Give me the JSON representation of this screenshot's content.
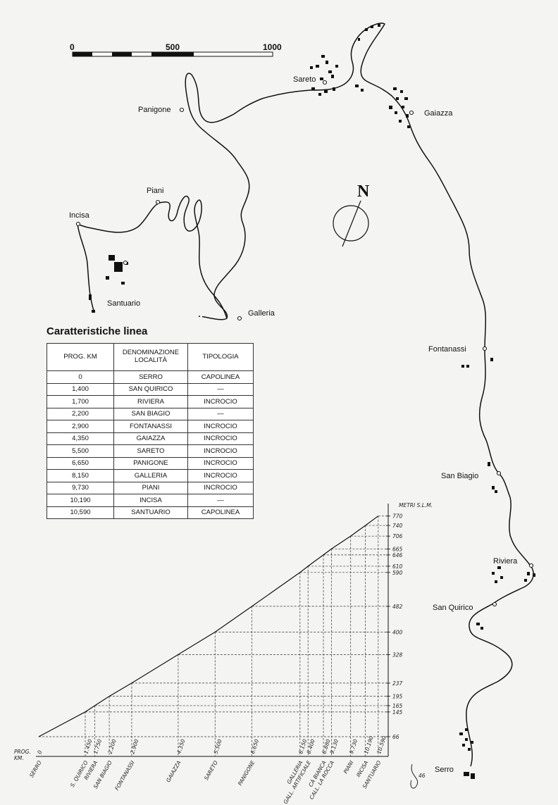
{
  "scale_bar": {
    "labels": [
      "0",
      "500",
      "1000"
    ]
  },
  "north": {
    "letter": "N"
  },
  "places": [
    {
      "label": "Sareto"
    },
    {
      "label": "Gaiazza"
    },
    {
      "label": "Panigone"
    },
    {
      "label": "Piani"
    },
    {
      "label": "Incisa"
    },
    {
      "label": "Santuario"
    },
    {
      "label": "Galleria"
    },
    {
      "label": "Fontanassi"
    },
    {
      "label": "San Biagio"
    },
    {
      "label": "Riviera"
    },
    {
      "label": "San Quirico"
    },
    {
      "label": "Serro"
    }
  ],
  "table": {
    "title": "Caratteristiche linea",
    "headers": [
      "PROG. KM",
      "DENOMINAZIONE LOCALITÀ",
      "TIPOLOGIA"
    ],
    "rows": [
      [
        "0",
        "SERRO",
        "CAPOLINEA"
      ],
      [
        "1,400",
        "SAN QUIRICO",
        "—"
      ],
      [
        "1,700",
        "RIVIERA",
        "INCROCIO"
      ],
      [
        "2,200",
        "SAN BIAGIO",
        "—"
      ],
      [
        "2,900",
        "FONTANASSI",
        "INCROCIO"
      ],
      [
        "4,350",
        "GAIAZZA",
        "INCROCIO"
      ],
      [
        "5,500",
        "SARETO",
        "INCROCIO"
      ],
      [
        "6,650",
        "PANIGONE",
        "INCROCIO"
      ],
      [
        "8,150",
        "GALLERIA",
        "INCROCIO"
      ],
      [
        "9,730",
        "PIANI",
        "INCROCIO"
      ],
      [
        "10,190",
        "INCISA",
        "—"
      ],
      [
        "10,590",
        "SANTUARIO",
        "CAPOLINEA"
      ]
    ]
  },
  "profile": {
    "y_axis_label": "METRI S.L.M.",
    "x_axis_label": [
      "PROG.",
      "KM."
    ],
    "elevations": [
      "770",
      "740",
      "706",
      "665",
      "646",
      "610",
      "590",
      "482",
      "400",
      "328",
      "237",
      "195",
      "165",
      "145",
      "66"
    ],
    "points": [
      {
        "km": "0",
        "name": "SERRO"
      },
      {
        "km": "1.450",
        "name": "S. QUIRICO"
      },
      {
        "km": "1.750",
        "name": "RIVIERA"
      },
      {
        "km": "2.200",
        "name": "SAN BIAGIO"
      },
      {
        "km": "2.900",
        "name": "FONTANASSI"
      },
      {
        "km": "4.350",
        "name": "GAIAZZA"
      },
      {
        "km": "5.500",
        "name": "SARETO"
      },
      {
        "km": "6.650",
        "name": "PANIGONE"
      },
      {
        "km": "8.150",
        "name": "GALLERIA"
      },
      {
        "km": "8.400",
        "name": "GALL. ARTIFICIALE"
      },
      {
        "km": "8.880",
        "name": "CÀ BIANCA"
      },
      {
        "km": "9.130",
        "name": "CALL. LA ROCCA"
      },
      {
        "km": "9.730",
        "name": "PIANI"
      },
      {
        "km": "10.190",
        "name": "INCISA"
      },
      {
        "km": "10.590",
        "name": "SANTUARIO"
      }
    ],
    "signature": "46"
  }
}
